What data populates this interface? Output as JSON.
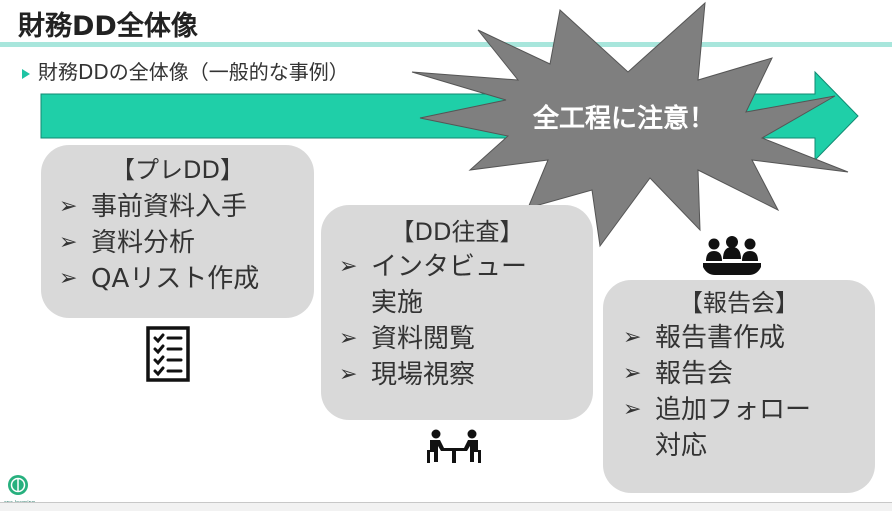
{
  "slide": {
    "title": "財務DD全体像",
    "subtitle": "財務DDの全体像（一般的な事例）",
    "burst_text": "全工程に注意！",
    "colors": {
      "accent": "#1fcfa8",
      "title_underline": "#a8e6dc",
      "burst": "#7f7f7f",
      "box": "#d9d9d9"
    }
  },
  "phases": [
    {
      "title": "【プレDD】",
      "items": [
        "事前資料入手",
        "資料分析",
        "QAリスト作成"
      ]
    },
    {
      "title": "【DD往査】",
      "items": [
        {
          "line1": "インタビュー",
          "line2": "実施"
        },
        {
          "line1": "資料閲覧"
        },
        {
          "line1": "現場視察"
        }
      ]
    },
    {
      "title": "【報告会】",
      "items": [
        {
          "line1": "報告書作成"
        },
        {
          "line1": "報告会"
        },
        {
          "line1": "追加フォロー",
          "line2": "対応"
        }
      ]
    }
  ],
  "icons": {
    "checklist": "checklist-icon",
    "interview": "interview-icon",
    "meeting": "meeting-icon",
    "logo": "cpa-learning-logo"
  },
  "logo_text": "cpa learning"
}
